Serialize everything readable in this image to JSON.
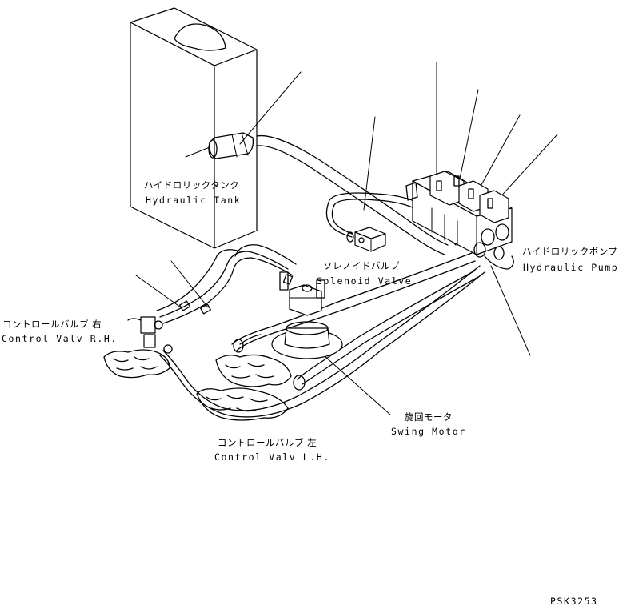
{
  "labels": {
    "hydraulic_tank_jp": "ハイドロリックタンク",
    "hydraulic_tank_en": "Hydraulic Tank",
    "hydraulic_pump_jp": "ハイドロリックポンプ",
    "hydraulic_pump_en": "Hydraulic Pump",
    "solenoid_valve_jp": "ソレノイドバルブ",
    "solenoid_valve_en": "Solenoid Valve",
    "control_valve_rh_jp": "コントロールバルブ 右",
    "control_valve_rh_en": "Control Valv R.H.",
    "swing_motor_jp": "旋回モータ",
    "swing_motor_en": "Swing Motor",
    "control_valve_lh_jp": "コントロールバルブ 左",
    "control_valve_lh_en": "Control Valv L.H.",
    "drawing_code": "PSK3253"
  }
}
